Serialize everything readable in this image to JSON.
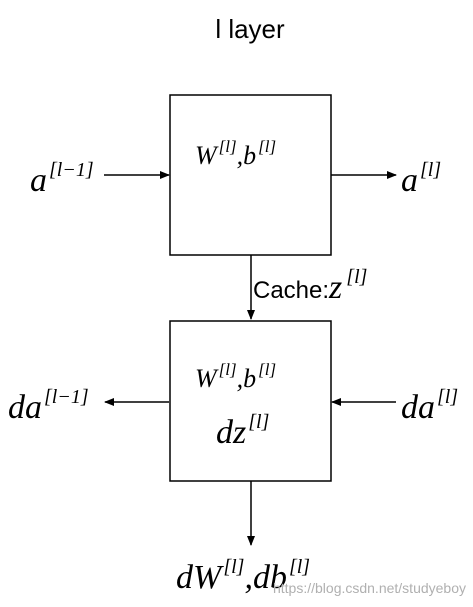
{
  "title": "l layer",
  "forward_block": {
    "params": {
      "W": "W",
      "comma": ",",
      "b": "b",
      "sup": "[l]"
    },
    "input": {
      "base": "a",
      "sup": "[l−1]"
    },
    "output": {
      "base": "a",
      "sup": "[l]"
    }
  },
  "cache": {
    "label": "Cache:",
    "base": "z",
    "sup": "[l]"
  },
  "backward_block": {
    "params": {
      "W": "W",
      "comma": ",",
      "b": "b",
      "sup": "[l]"
    },
    "dz": {
      "base": "dz",
      "sup": "[l]"
    },
    "input": {
      "base": "da",
      "sup": "[l]"
    },
    "output": {
      "base": "da",
      "sup": "[l−1]"
    },
    "grads": {
      "dW": "dW",
      "comma": ",",
      "db": "db",
      "sup": "[l]"
    }
  },
  "watermark": "https://blog.csdn.net/studyeboy"
}
